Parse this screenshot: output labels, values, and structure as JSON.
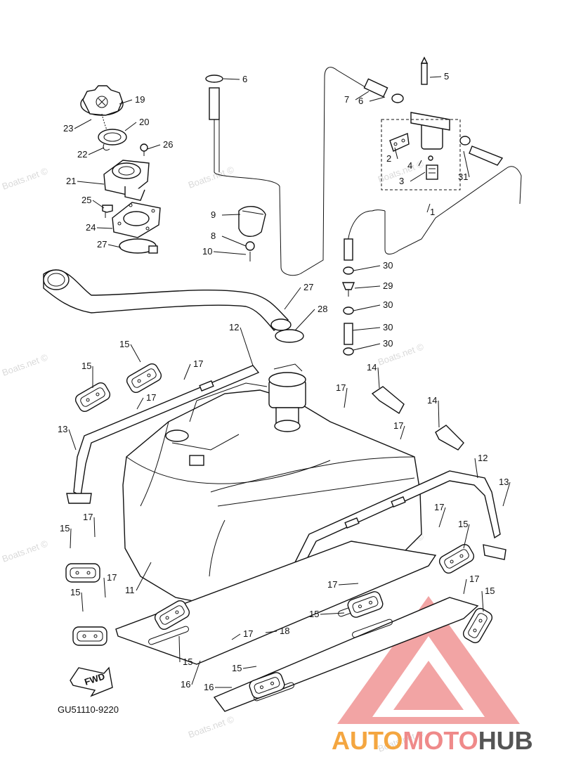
{
  "diagram": {
    "part_code": "GU51110-9220",
    "direction_label": "FWD",
    "watermark": "Boats.net ©",
    "brand": {
      "part1": "AUTO",
      "part2": "MOTO",
      "part3": "HUB",
      "colors": {
        "part1": "#f4a640",
        "part2": "#ef8a8a",
        "part3": "#555555"
      }
    },
    "callouts": [
      "1",
      "2",
      "3",
      "4",
      "5",
      "6",
      "6",
      "7",
      "8",
      "9",
      "10",
      "11",
      "12",
      "12",
      "13",
      "13",
      "14",
      "14",
      "15",
      "15",
      "15",
      "15",
      "15",
      "15",
      "15",
      "15",
      "15",
      "16",
      "16",
      "17",
      "17",
      "17",
      "17",
      "17",
      "17",
      "17",
      "17",
      "17",
      "17",
      "18",
      "19",
      "20",
      "21",
      "22",
      "23",
      "24",
      "25",
      "26",
      "27",
      "27",
      "28",
      "29",
      "30",
      "30",
      "30",
      "30",
      "31"
    ]
  }
}
